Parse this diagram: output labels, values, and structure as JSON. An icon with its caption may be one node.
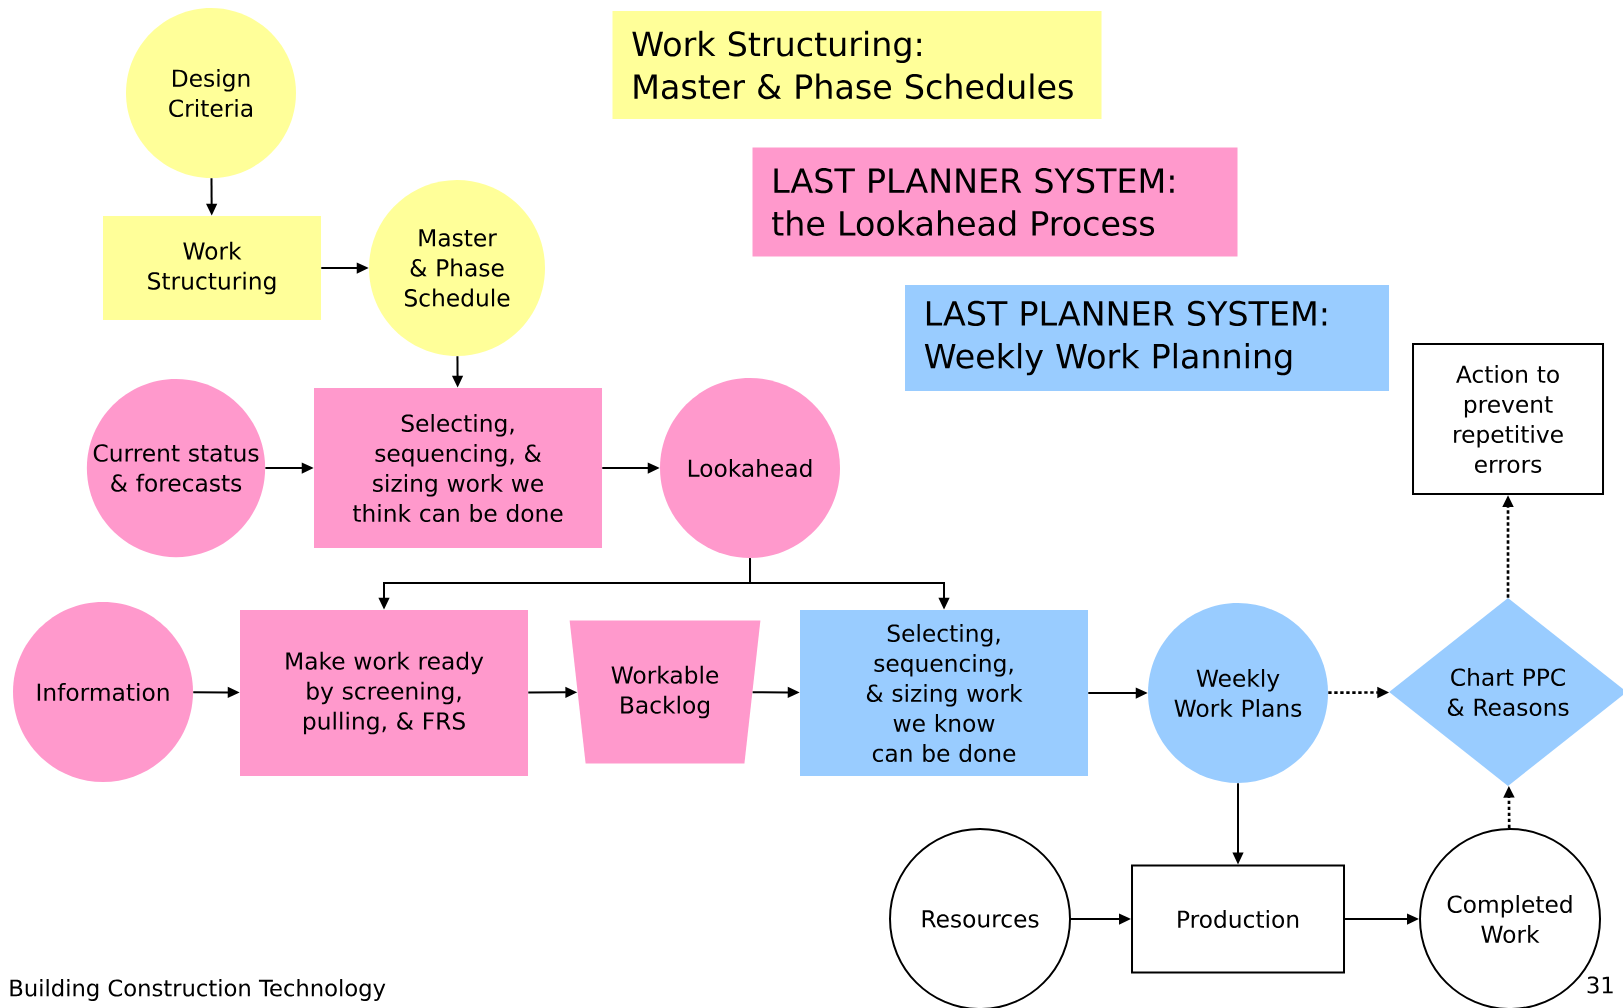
{
  "diagram": {
    "nodes": [
      {
        "text": [
          "Design Criteria"
        ]
      },
      {
        "text": [
          "Work Structuring"
        ]
      },
      {
        "text": [
          "Master & Phase Schedule"
        ]
      },
      {
        "text": [
          "Current status & forecasts"
        ]
      },
      {
        "text": [
          "Selecting, sequencing, & sizing work we think can be done"
        ]
      },
      {
        "text": [
          "Lookahead"
        ]
      },
      {
        "text": [
          "Information"
        ]
      },
      {
        "text": [
          "Make work ready by screening, pulling, & FRS"
        ]
      },
      {
        "text": [
          "Workable Backlog"
        ]
      },
      {
        "text": [
          "Selecting, sequencing, & sizing work we know can be done"
        ]
      },
      {
        "text": [
          "Weekly Work Plans"
        ]
      },
      {
        "text": [
          "Chart PPC & Reasons"
        ]
      },
      {
        "text": [
          "Action to prevent repetitive errors"
        ]
      },
      {
        "text": [
          "Resources"
        ]
      },
      {
        "text": [
          "Production"
        ]
      },
      {
        "text": [
          "Completed Work"
        ]
      },
      {
        "text": [
          "Work Structuring:",
          "Master & Phase Schedules"
        ]
      },
      {
        "text": [
          "LAST PLANNER SYSTEM:",
          "the Lookahead Process"
        ]
      },
      {
        "text": [
          "LAST PLANNER SYSTEM:",
          "Weekly Work Planning"
        ]
      }
    ],
    "edges": [
      {
        "from": 0,
        "to": 1,
        "arrow": "to"
      },
      {
        "from": 1,
        "to": 2,
        "arrow": "to"
      },
      {
        "from": 2,
        "to": 4,
        "arrow": "to"
      },
      {
        "from": 3,
        "to": 4,
        "arrow": "to"
      },
      {
        "from": 4,
        "to": 5,
        "arrow": "to"
      },
      {
        "from": 5,
        "to": 7,
        "arrow": "to"
      },
      {
        "from": 5,
        "to": 9,
        "arrow": "to"
      },
      {
        "from": 6,
        "to": 7,
        "arrow": "to"
      },
      {
        "from": 7,
        "to": 8,
        "arrow": "to"
      },
      {
        "from": 8,
        "to": 9,
        "arrow": "to"
      },
      {
        "from": 9,
        "to": 10,
        "arrow": "to"
      },
      {
        "from": 10,
        "to": 11,
        "arrow": "to",
        "style": "dashed"
      },
      {
        "from": 11,
        "to": 12,
        "arrow": "to",
        "style": "dashed"
      },
      {
        "from": 10,
        "to": 14,
        "arrow": "to"
      },
      {
        "from": 13,
        "to": 14,
        "arrow": "to"
      },
      {
        "from": 14,
        "to": 15,
        "arrow": "to"
      },
      {
        "from": 15,
        "to": 11,
        "arrow": "to",
        "style": "dashed"
      }
    ],
    "labels": [
      "Building Construction Technology",
      "31"
    ]
  }
}
